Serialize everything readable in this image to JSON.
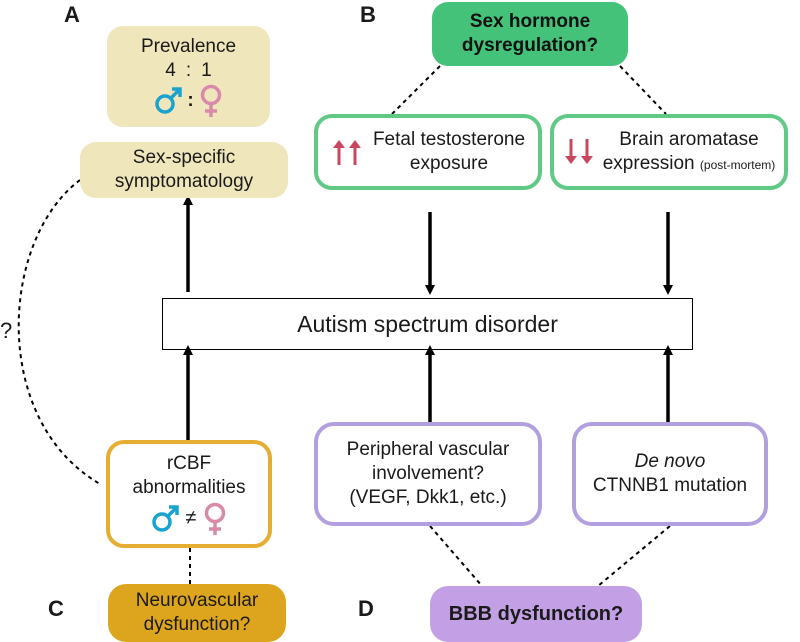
{
  "panels": {
    "a": "A",
    "b": "B",
    "c": "C",
    "d": "D"
  },
  "prevalence": {
    "title": "Prevalence",
    "ratio_left": "4",
    "ratio_sep": ":",
    "ratio_right": "1",
    "symbol_sep": ":"
  },
  "symptom": {
    "line1": "Sex-specific",
    "line2": "symptomatology"
  },
  "question_mark": "?",
  "hormone": {
    "line1": "Sex hormone",
    "line2": "dysregulation?"
  },
  "testosterone": {
    "line1": "Fetal testosterone",
    "line2": "exposure"
  },
  "aromatase": {
    "line1": "Brain aromatase",
    "line2": "expression",
    "note": "(post-mortem)"
  },
  "center": {
    "label": "Autism spectrum disorder"
  },
  "rcbf": {
    "line1": "rCBF",
    "line2": "abnormalities",
    "neq": "≠"
  },
  "vascular": {
    "line1": "Peripheral vascular",
    "line2": "involvement?",
    "line3": "(VEGF, Dkk1, etc.)"
  },
  "denovo": {
    "line1": "De novo",
    "line2": "CTNNB1 mutation"
  },
  "neuro": {
    "line1": "Neurovascular",
    "line2": "dysfunction?"
  },
  "bbb": {
    "label": "BBB dysfunction?"
  },
  "colors": {
    "male": "#1aa3cf",
    "female": "#d88aa8",
    "arrow_red": "#c9475e",
    "tan": "#f0e6bb",
    "green": "#45c27a",
    "gold": "#dda51e",
    "purple": "#c39fe6"
  },
  "icons": {
    "male": "male-symbol-icon",
    "female": "female-symbol-icon",
    "up_arrows": "double-up-arrow-icon",
    "down_arrows": "double-down-arrow-icon"
  }
}
